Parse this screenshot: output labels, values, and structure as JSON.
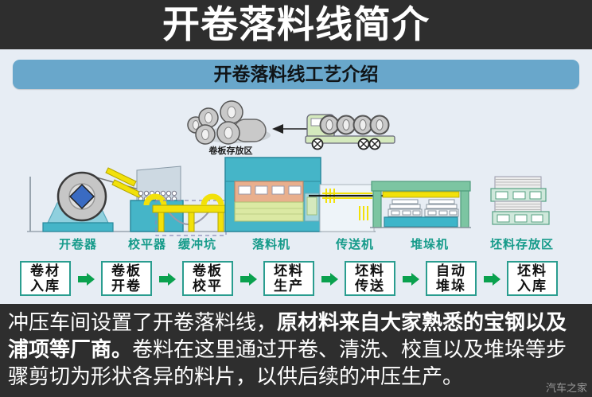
{
  "header": {
    "title": "开卷落料线简介"
  },
  "diagram": {
    "title": "开卷落料线工艺介绍",
    "coil_storage_label": "卷板存放区",
    "machines": [
      {
        "label": "开卷器"
      },
      {
        "label": "校平器"
      },
      {
        "label": "缓冲坑"
      },
      {
        "label": "落料机"
      },
      {
        "label": "传送机"
      },
      {
        "label": "堆垛机"
      },
      {
        "label": "坯料存放区"
      }
    ]
  },
  "flow": {
    "steps": [
      {
        "line1": "卷材",
        "line2": "入库"
      },
      {
        "line1": "卷板",
        "line2": "开卷"
      },
      {
        "line1": "卷板",
        "line2": "校平"
      },
      {
        "line1": "坯料",
        "line2": "生产"
      },
      {
        "line1": "坯料",
        "line2": "传送"
      },
      {
        "line1": "自动",
        "line2": "堆垛"
      },
      {
        "line1": "坯料",
        "line2": "入库"
      }
    ]
  },
  "footer": {
    "seg1": "冲压车间设置了开卷落料线，",
    "seg2": "原材料来自大家熟悉的宝钢以及浦项等厂商。",
    "seg3": "卷料在这里通过开卷、清洗、校直以及堆垛等步骤剪切为形状各异的料片，以供后续的冲压生产。",
    "watermark": "汽车之家"
  },
  "colors": {
    "header_bg": "#2e2e2e",
    "diagram_bg": "#e7edf4",
    "title_bar_blue": "#69a7cb",
    "machine_teal": "#45b5c8",
    "machine_yellow": "#f2e10a",
    "label_teal": "#169b8a",
    "flow_box_border": "#2a9d8f",
    "arrow_green": "#0aa14e",
    "stacker_green": "#7cc5a2",
    "truck_green": "#d4e9bd"
  }
}
